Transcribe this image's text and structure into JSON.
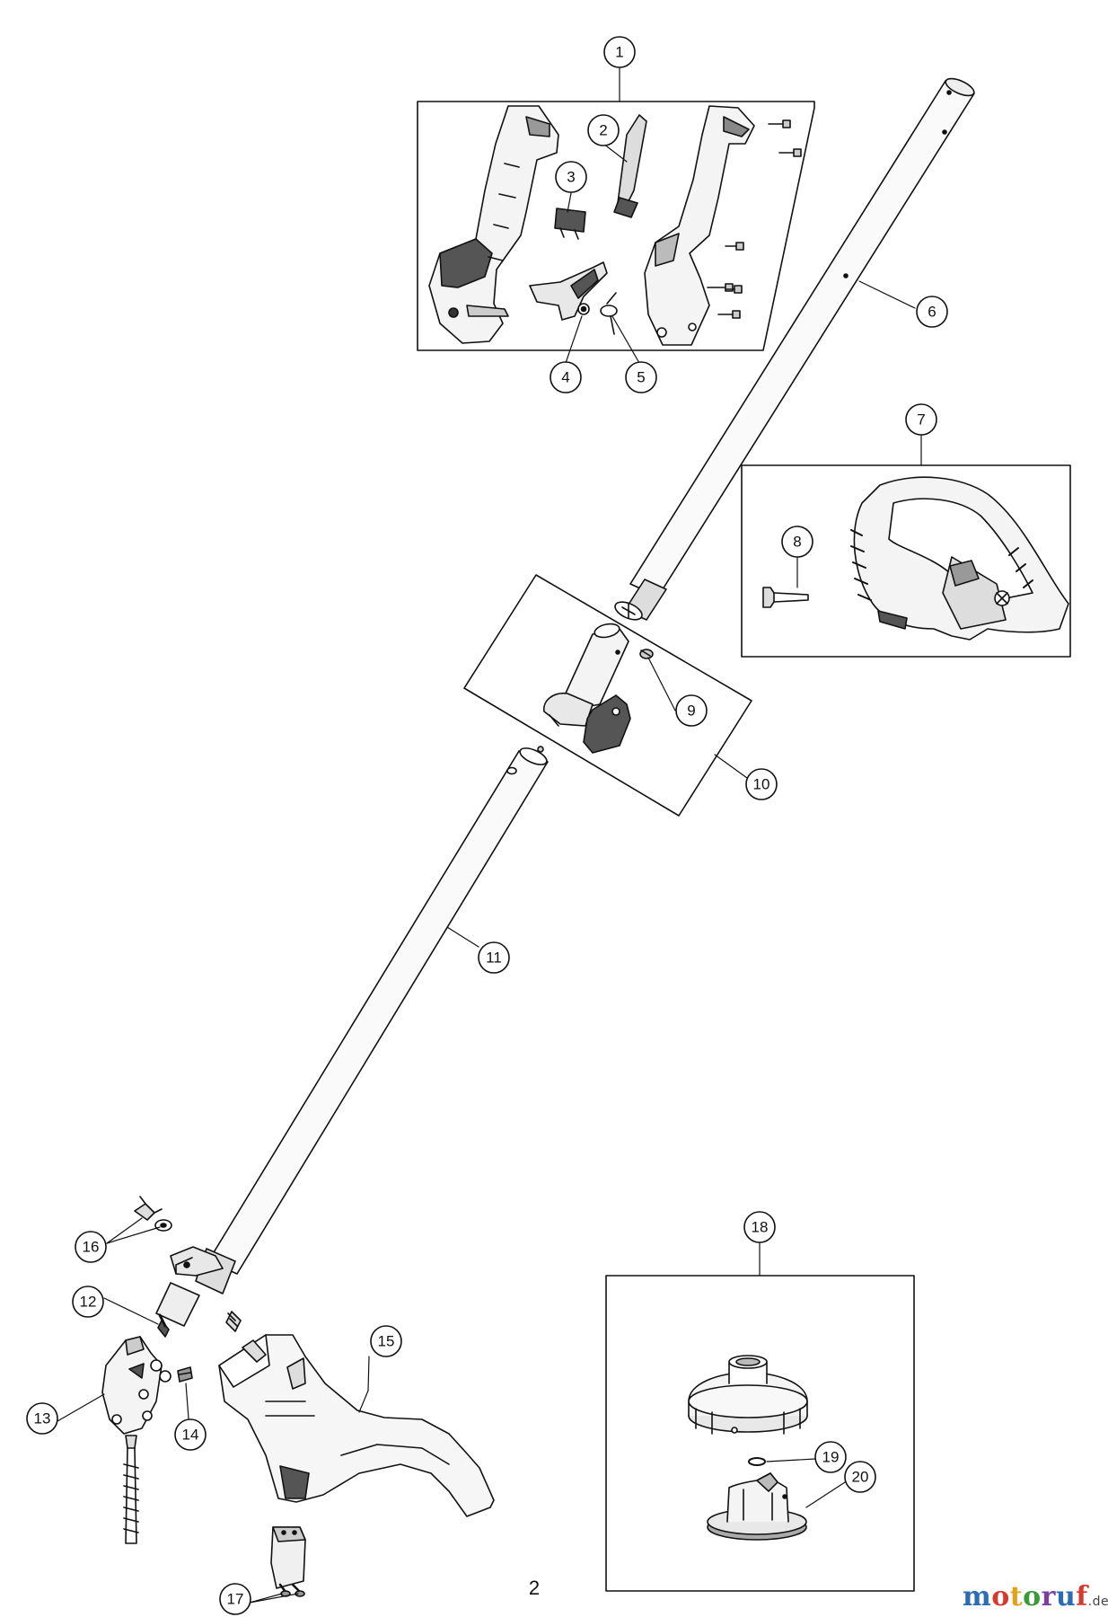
{
  "page_number": "2",
  "watermark": {
    "main": "motoruf",
    "tld": ".de"
  },
  "callouts": [
    {
      "id": "callout-1",
      "label": "1"
    },
    {
      "id": "callout-2",
      "label": "2"
    },
    {
      "id": "callout-3",
      "label": "3"
    },
    {
      "id": "callout-4",
      "label": "4"
    },
    {
      "id": "callout-5",
      "label": "5"
    },
    {
      "id": "callout-6",
      "label": "6"
    },
    {
      "id": "callout-7",
      "label": "7"
    },
    {
      "id": "callout-8",
      "label": "8"
    },
    {
      "id": "callout-9",
      "label": "9"
    },
    {
      "id": "callout-10",
      "label": "10"
    },
    {
      "id": "callout-11",
      "label": "11"
    },
    {
      "id": "callout-12",
      "label": "12"
    },
    {
      "id": "callout-13",
      "label": "13"
    },
    {
      "id": "callout-14",
      "label": "14"
    },
    {
      "id": "callout-15",
      "label": "15"
    },
    {
      "id": "callout-16",
      "label": "16"
    },
    {
      "id": "callout-17",
      "label": "17"
    },
    {
      "id": "callout-18",
      "label": "18"
    },
    {
      "id": "callout-19",
      "label": "19"
    },
    {
      "id": "callout-20",
      "label": "20"
    }
  ],
  "colors": {
    "line": "#111111",
    "fill_light": "#f2f2f2",
    "fill_mid": "#cfcfcf",
    "fill_dark": "#555555"
  }
}
